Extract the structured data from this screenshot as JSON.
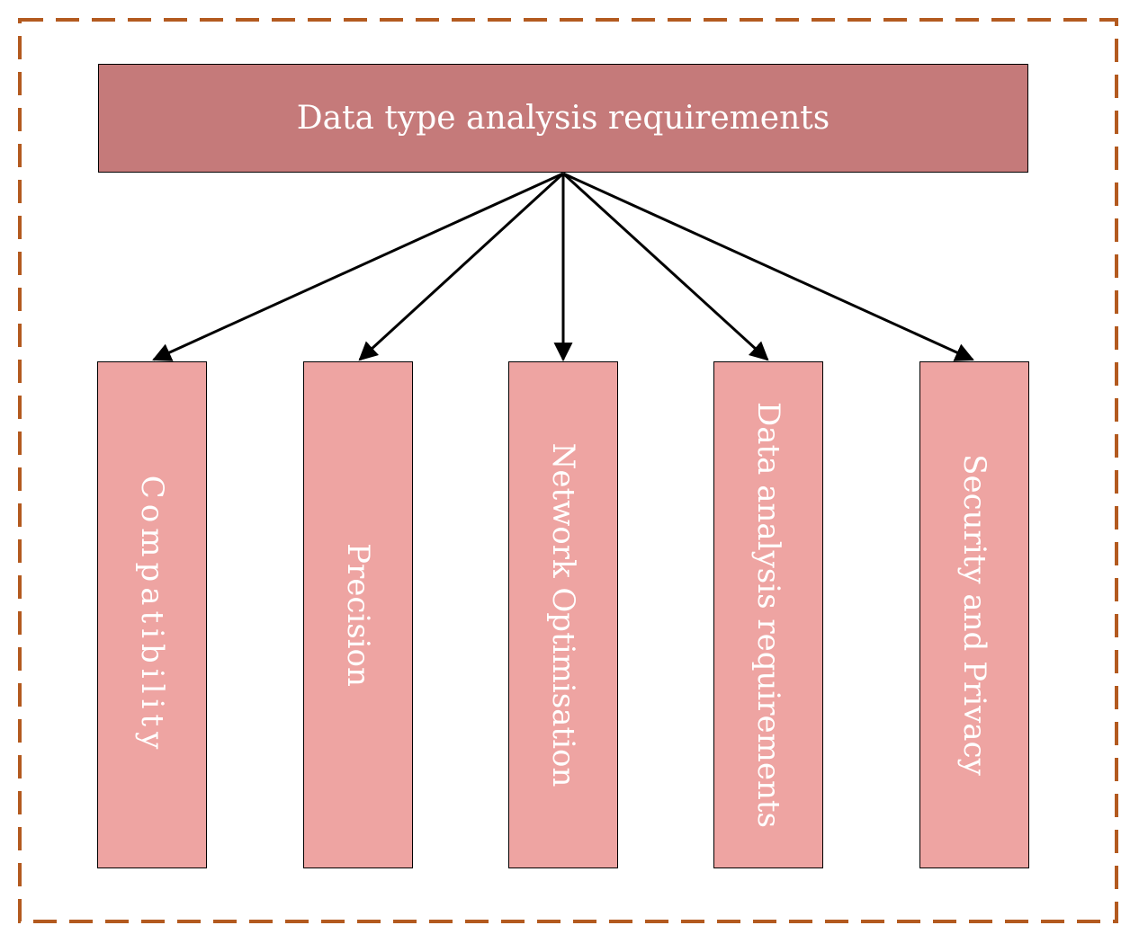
{
  "diagram": {
    "root": {
      "label": "Data type analysis requirements"
    },
    "children": [
      {
        "label": "Compatibility"
      },
      {
        "label": "Precision"
      },
      {
        "label": "Network Optimisation"
      },
      {
        "label": "Data analysis requirements"
      },
      {
        "label": "Security and Privacy"
      }
    ],
    "colors": {
      "root_fill": "#c57a7a",
      "child_fill": "#eea4a2",
      "frame_dash": "#b35a1f",
      "arrow": "#000000",
      "label_text": "#ffffff"
    }
  }
}
